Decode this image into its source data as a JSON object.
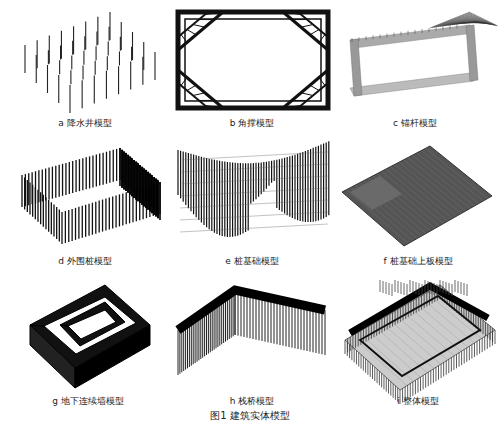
{
  "diagram": {
    "caption": "图1 建筑实体模型",
    "labels": [
      "a 降水井模型",
      "b 角撑模型",
      "c 锚杆模型",
      "d 外围桩模型",
      "e 桩基础模型",
      "f 桩基础上板模型",
      "g 地下连续墙模型",
      "h 栈桥模型",
      "i 整体模型"
    ]
  }
}
